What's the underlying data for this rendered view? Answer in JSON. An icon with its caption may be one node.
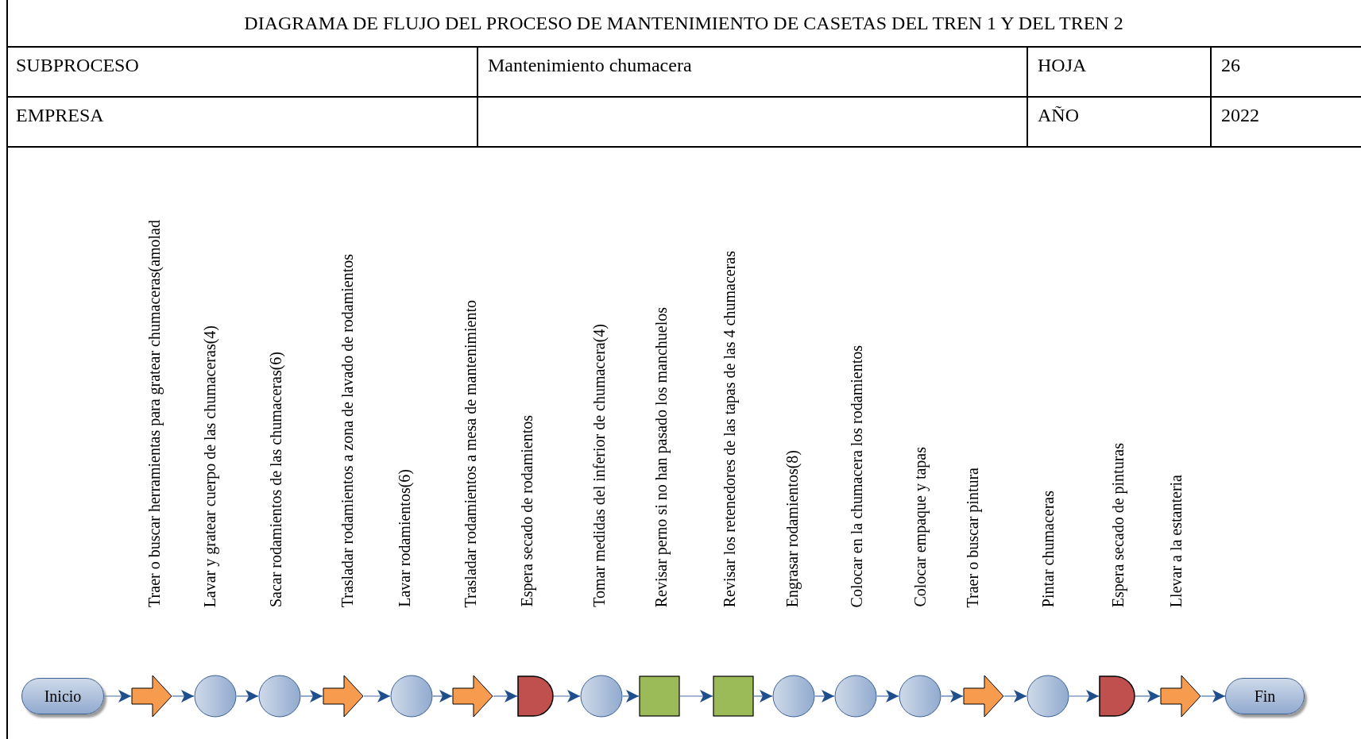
{
  "diagram": {
    "title": "DIAGRAMA DE FLUJO DEL PROCESO DE MANTENIMIENTO DE CASETAS DEL TREN 1 Y DEL TREN 2",
    "nodes": [
      {
        "text": [
          "Inicio"
        ]
      },
      {
        "text": [],
        "shape": "arrow"
      },
      {
        "text": [],
        "shape": "circle"
      },
      {
        "text": [],
        "shape": "circle"
      },
      {
        "text": [],
        "shape": "arrow"
      },
      {
        "text": [],
        "shape": "circle"
      },
      {
        "text": [],
        "shape": "arrow"
      },
      {
        "text": [],
        "shape": "delay"
      },
      {
        "text": [],
        "shape": "circle"
      },
      {
        "text": [],
        "shape": "box"
      },
      {
        "text": [],
        "shape": "box"
      },
      {
        "text": [],
        "shape": "circle"
      },
      {
        "text": [],
        "shape": "circle"
      },
      {
        "text": [],
        "shape": "circle"
      },
      {
        "text": [],
        "shape": "arrow"
      },
      {
        "text": [],
        "shape": "circle"
      },
      {
        "text": [],
        "shape": "delay"
      },
      {
        "text": [],
        "shape": "arrow"
      },
      {
        "text": [
          "Fin"
        ]
      }
    ],
    "edges": [
      {
        "from": 0,
        "to": 1,
        "arrow": "to"
      },
      {
        "from": 1,
        "to": 2,
        "arrow": "to"
      },
      {
        "from": 2,
        "to": 3,
        "arrow": "to"
      },
      {
        "from": 3,
        "to": 4,
        "arrow": "to"
      },
      {
        "from": 4,
        "to": 5,
        "arrow": "to"
      },
      {
        "from": 5,
        "to": 6,
        "arrow": "to"
      },
      {
        "from": 6,
        "to": 7,
        "arrow": "to"
      },
      {
        "from": 7,
        "to": 8,
        "arrow": "to"
      },
      {
        "from": 8,
        "to": 9,
        "arrow": "to"
      },
      {
        "from": 9,
        "to": 10,
        "arrow": "to"
      },
      {
        "from": 10,
        "to": 11,
        "arrow": "to"
      },
      {
        "from": 11,
        "to": 12,
        "arrow": "to"
      },
      {
        "from": 12,
        "to": 13,
        "arrow": "to"
      },
      {
        "from": 13,
        "to": 14,
        "arrow": "to"
      },
      {
        "from": 14,
        "to": 15,
        "arrow": "to"
      },
      {
        "from": 15,
        "to": 16,
        "arrow": "to"
      },
      {
        "from": 16,
        "to": 17,
        "arrow": "to"
      },
      {
        "from": 17,
        "to": 18,
        "arrow": "to"
      }
    ],
    "labels": [
      "SUBPROCESO",
      "Mantenimiento chumacera",
      "HOJA",
      "26",
      "EMPRESA",
      "AÑO",
      "2022",
      "Traer o buscar herramientas para gratear chumaceras(amolad",
      "Lavar y gratear cuerpo de las chumaceras(4)",
      "Sacar rodamientos de las chumaceras(6)",
      "Trasladar rodamientos a zona de lavado de rodamientos",
      "Lavar rodamientos(6)",
      "Trasladar rodamientos a mesa de mantenimiento",
      "Espera secado de rodamientos",
      "Tomar medidas del inferior de chumacera(4)",
      "Revisar perno si no han pasado los manchuelos",
      "Revisar los retenedores de las tapas de las 4 chumaceras",
      "Engrasar rodamientos(8)",
      "Colocar en la chumacera los rodamientos",
      "Colocar empaque y tapas",
      "Traer o buscar pintura",
      "Pintar chumaceras",
      "Espera secado de pinturas",
      "Llevar a la estanteria"
    ]
  }
}
